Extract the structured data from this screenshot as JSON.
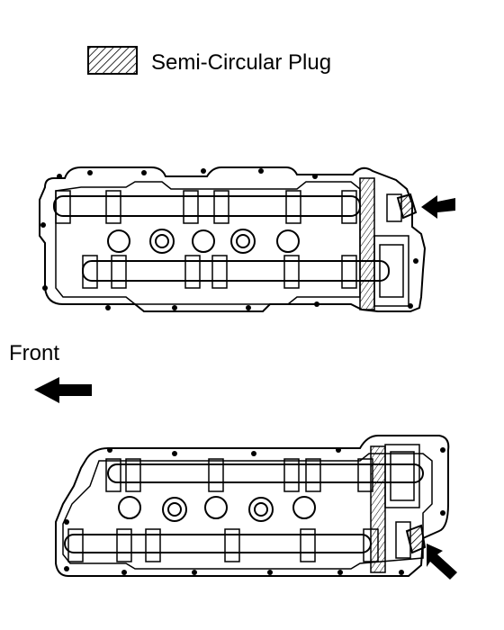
{
  "legend": {
    "label": "Semi-Circular Plug",
    "swatch_icon": "hatched-square-icon"
  },
  "front_indicator": {
    "label": "Front",
    "icon": "left-arrow-icon"
  },
  "cylinder_heads": [
    {
      "id": "upper-head",
      "callout_icon": "pointer-arrow-icon"
    },
    {
      "id": "lower-head",
      "callout_icon": "pointer-arrow-icon"
    }
  ],
  "colors": {
    "ink": "#000000",
    "paper": "#ffffff"
  }
}
